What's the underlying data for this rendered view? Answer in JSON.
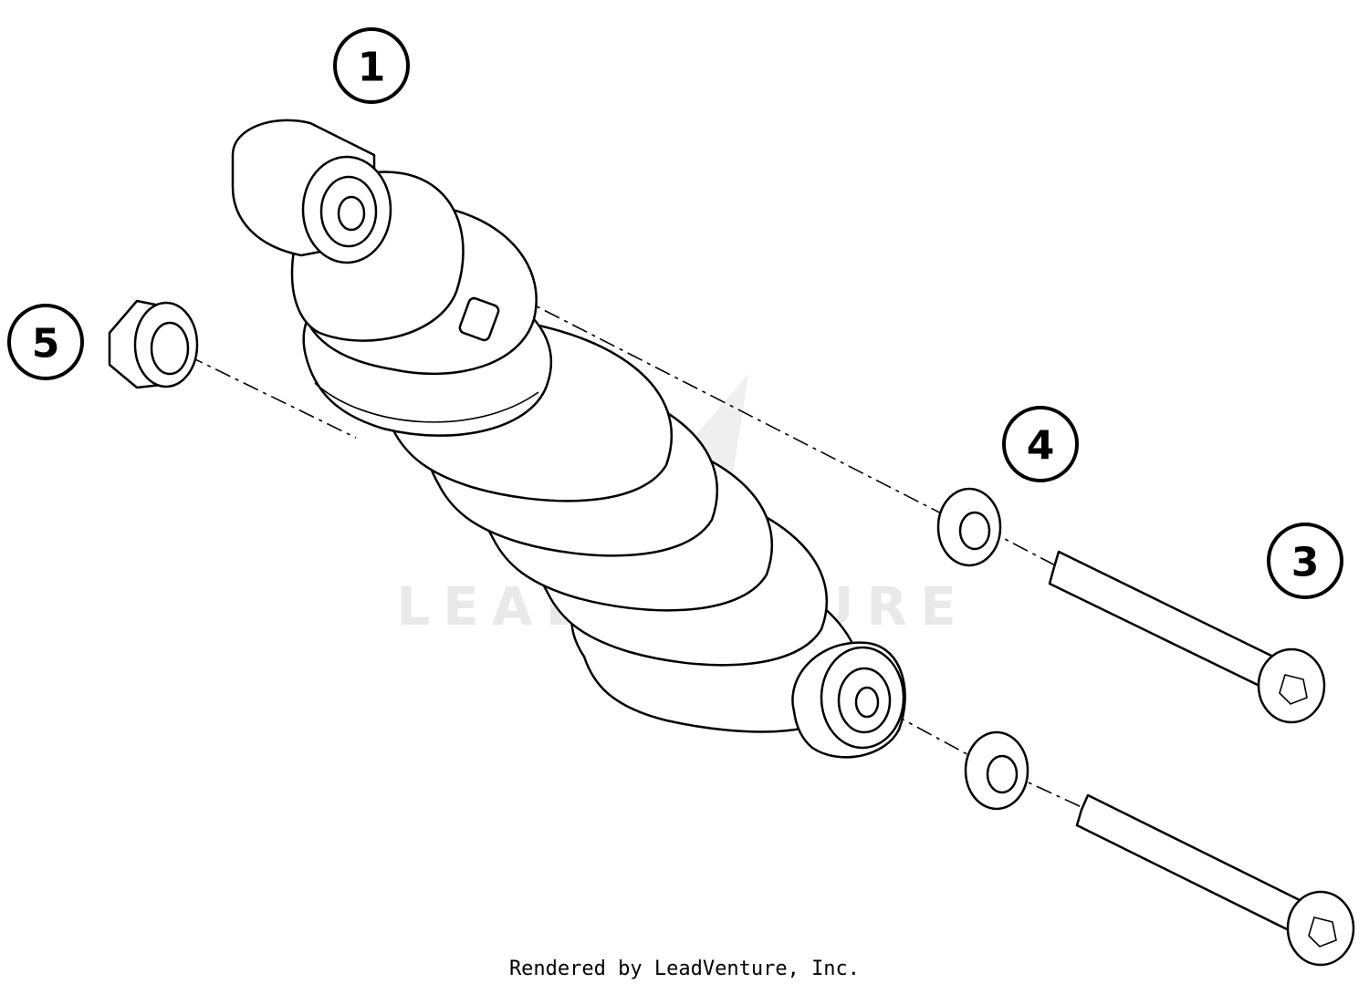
{
  "diagram": {
    "watermark": "LEADVENTURE",
    "credit": "Rendered by LeadVenture, Inc.",
    "callouts": [
      {
        "id": "1",
        "label": "1"
      },
      {
        "id": "3",
        "label": "3"
      },
      {
        "id": "4",
        "label": "4"
      },
      {
        "id": "5",
        "label": "5"
      }
    ]
  }
}
